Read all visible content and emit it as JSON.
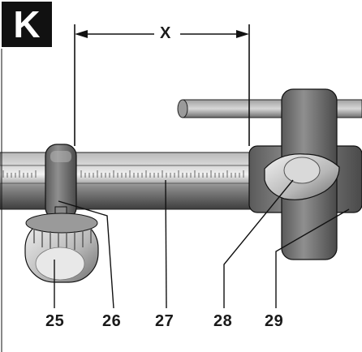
{
  "figure": {
    "badge": "K",
    "dimension_label": "X",
    "callouts": [
      "25",
      "26",
      "27",
      "28",
      "29"
    ],
    "colors": {
      "metal_dark": "#3b3b3b",
      "metal_mid": "#7a7a7a",
      "metal_light": "#cfcfcf",
      "scale_light": "#e6e6e6",
      "line": "#111111"
    }
  }
}
